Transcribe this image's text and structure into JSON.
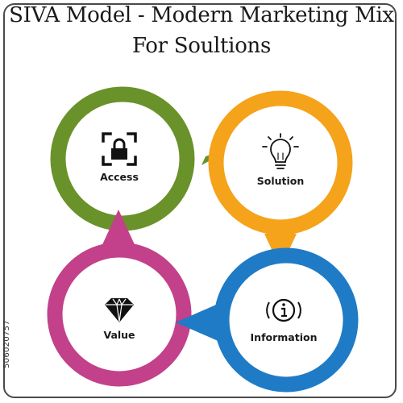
{
  "header": {
    "title_line1": "SIVA Model - Modern Marketing Mix",
    "title_line2": "For Soultions"
  },
  "quadrants": [
    {
      "label": "Access",
      "icon": "lock-focus-icon",
      "color": "#6a922a"
    },
    {
      "label": "Solution",
      "icon": "lightbulb-icon",
      "color": "#f5a31a"
    },
    {
      "label": "Value",
      "icon": "diamond-icon",
      "color": "#c2418a"
    },
    {
      "label": "Information",
      "icon": "info-icon",
      "color": "#1f7bc6"
    }
  ],
  "stock_id": "506020757"
}
